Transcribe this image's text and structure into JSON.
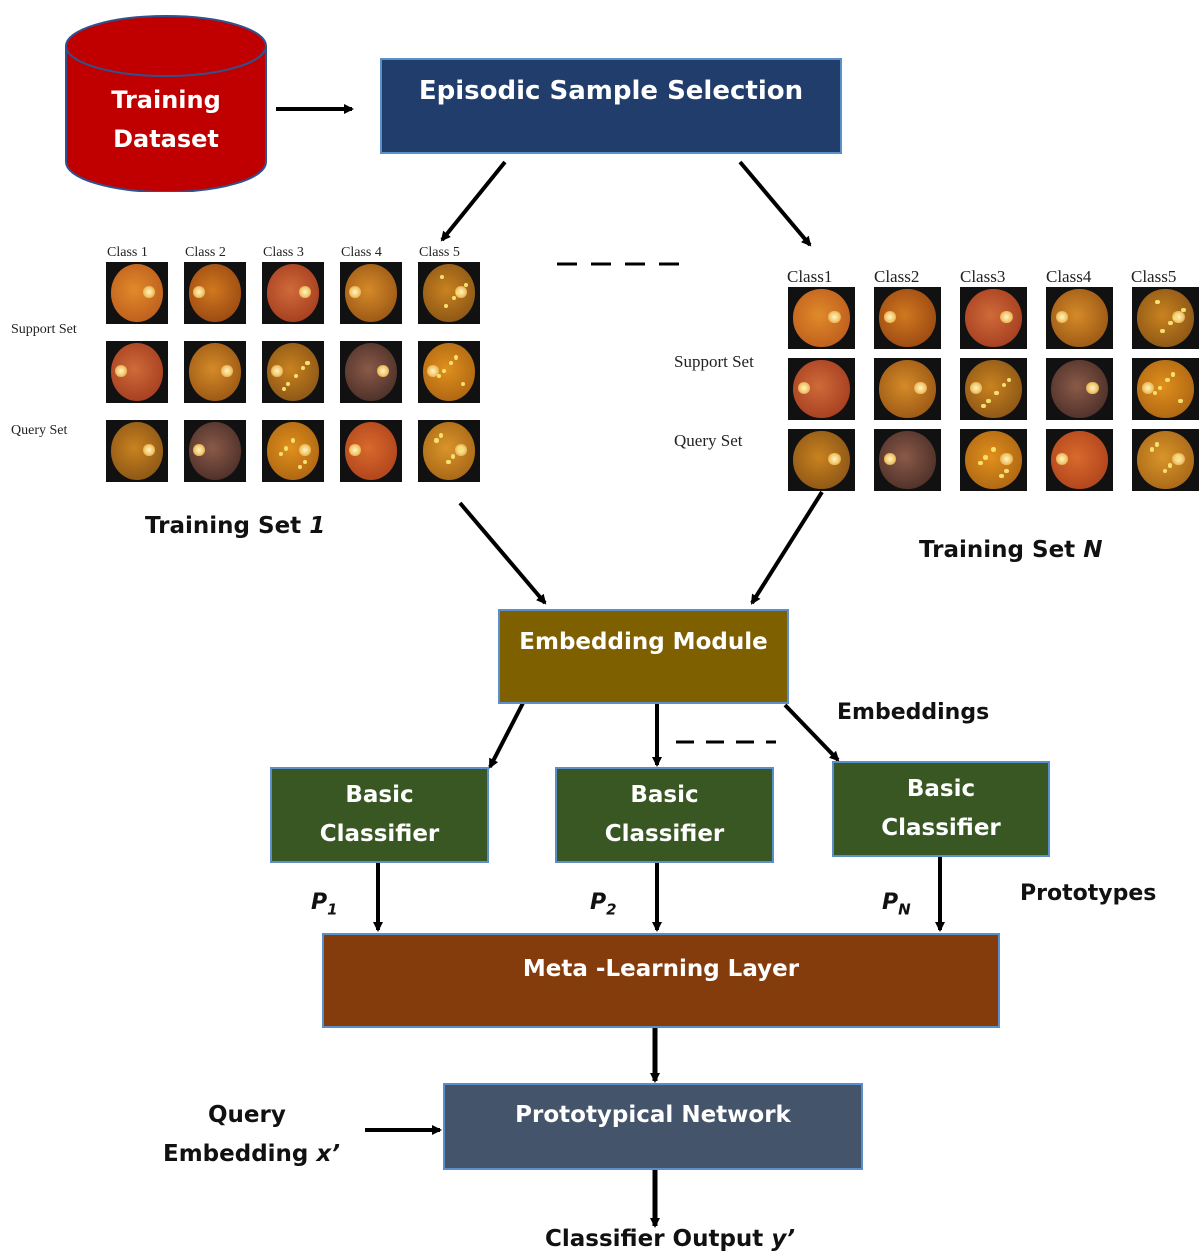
{
  "dataset": {
    "line1": "Training",
    "line2": "Dataset"
  },
  "episodic": {
    "label": "Episodic Sample Selection"
  },
  "set1": {
    "classes": [
      "Class 1",
      "Class 2",
      "Class 3",
      "Class 4",
      "Class 5"
    ],
    "support_label": "Support Set",
    "query_label": "Query Set",
    "caption_prefix": "Training Set ",
    "caption_index": "1"
  },
  "setN": {
    "classes": [
      "Class1",
      "Class2",
      "Class3",
      "Class4",
      "Class5"
    ],
    "support_label": "Support Set",
    "query_label": "Query Set",
    "caption_prefix": "Training Set ",
    "caption_index": "N"
  },
  "embedding": {
    "label": "Embedding Module",
    "side_label": "Embeddings"
  },
  "classifiers": [
    {
      "line1": "Basic",
      "line2": "Classifier",
      "p_base": "P",
      "p_sub": "1"
    },
    {
      "line1": "Basic",
      "line2": "Classifier",
      "p_base": "P",
      "p_sub": "2"
    },
    {
      "line1": "Basic",
      "line2": "Classifier",
      "p_base": "P",
      "p_sub": "N"
    }
  ],
  "prototypes_label": "Prototypes",
  "meta": {
    "label": "Meta -Learning Layer"
  },
  "proto_net": {
    "label": "Prototypical Network"
  },
  "query": {
    "line1": "Query",
    "line2_prefix": "Embedding ",
    "line2_var": "x’"
  },
  "output": {
    "prefix": "Classifier Output ",
    "var": "y’"
  },
  "colors": {
    "dataset": "#c00000",
    "episodic": "#213d6b",
    "embedding": "#7f6000",
    "classifier": "#385723",
    "meta": "#843c0c",
    "proto_net": "#44546a",
    "border": "#5b8fc9"
  }
}
